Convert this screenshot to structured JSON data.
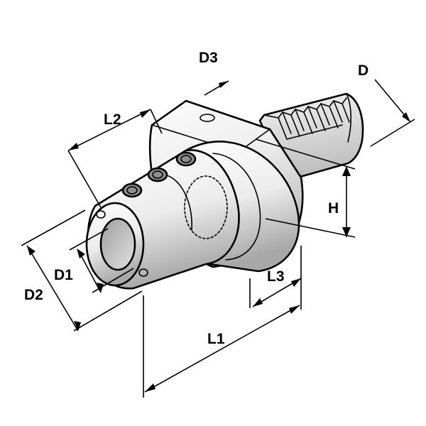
{
  "diagram": {
    "labels": {
      "D": "D",
      "D1": "D1",
      "D2": "D2",
      "D3": "D3",
      "L1": "L1",
      "L2": "L2",
      "L3": "L3",
      "H": "H"
    },
    "colors": {
      "line": "#000000",
      "background": "#ffffff",
      "metal_light": "#fafafa",
      "metal_mid": "#d6d6d6",
      "metal_dark": "#a0a0a0"
    }
  }
}
